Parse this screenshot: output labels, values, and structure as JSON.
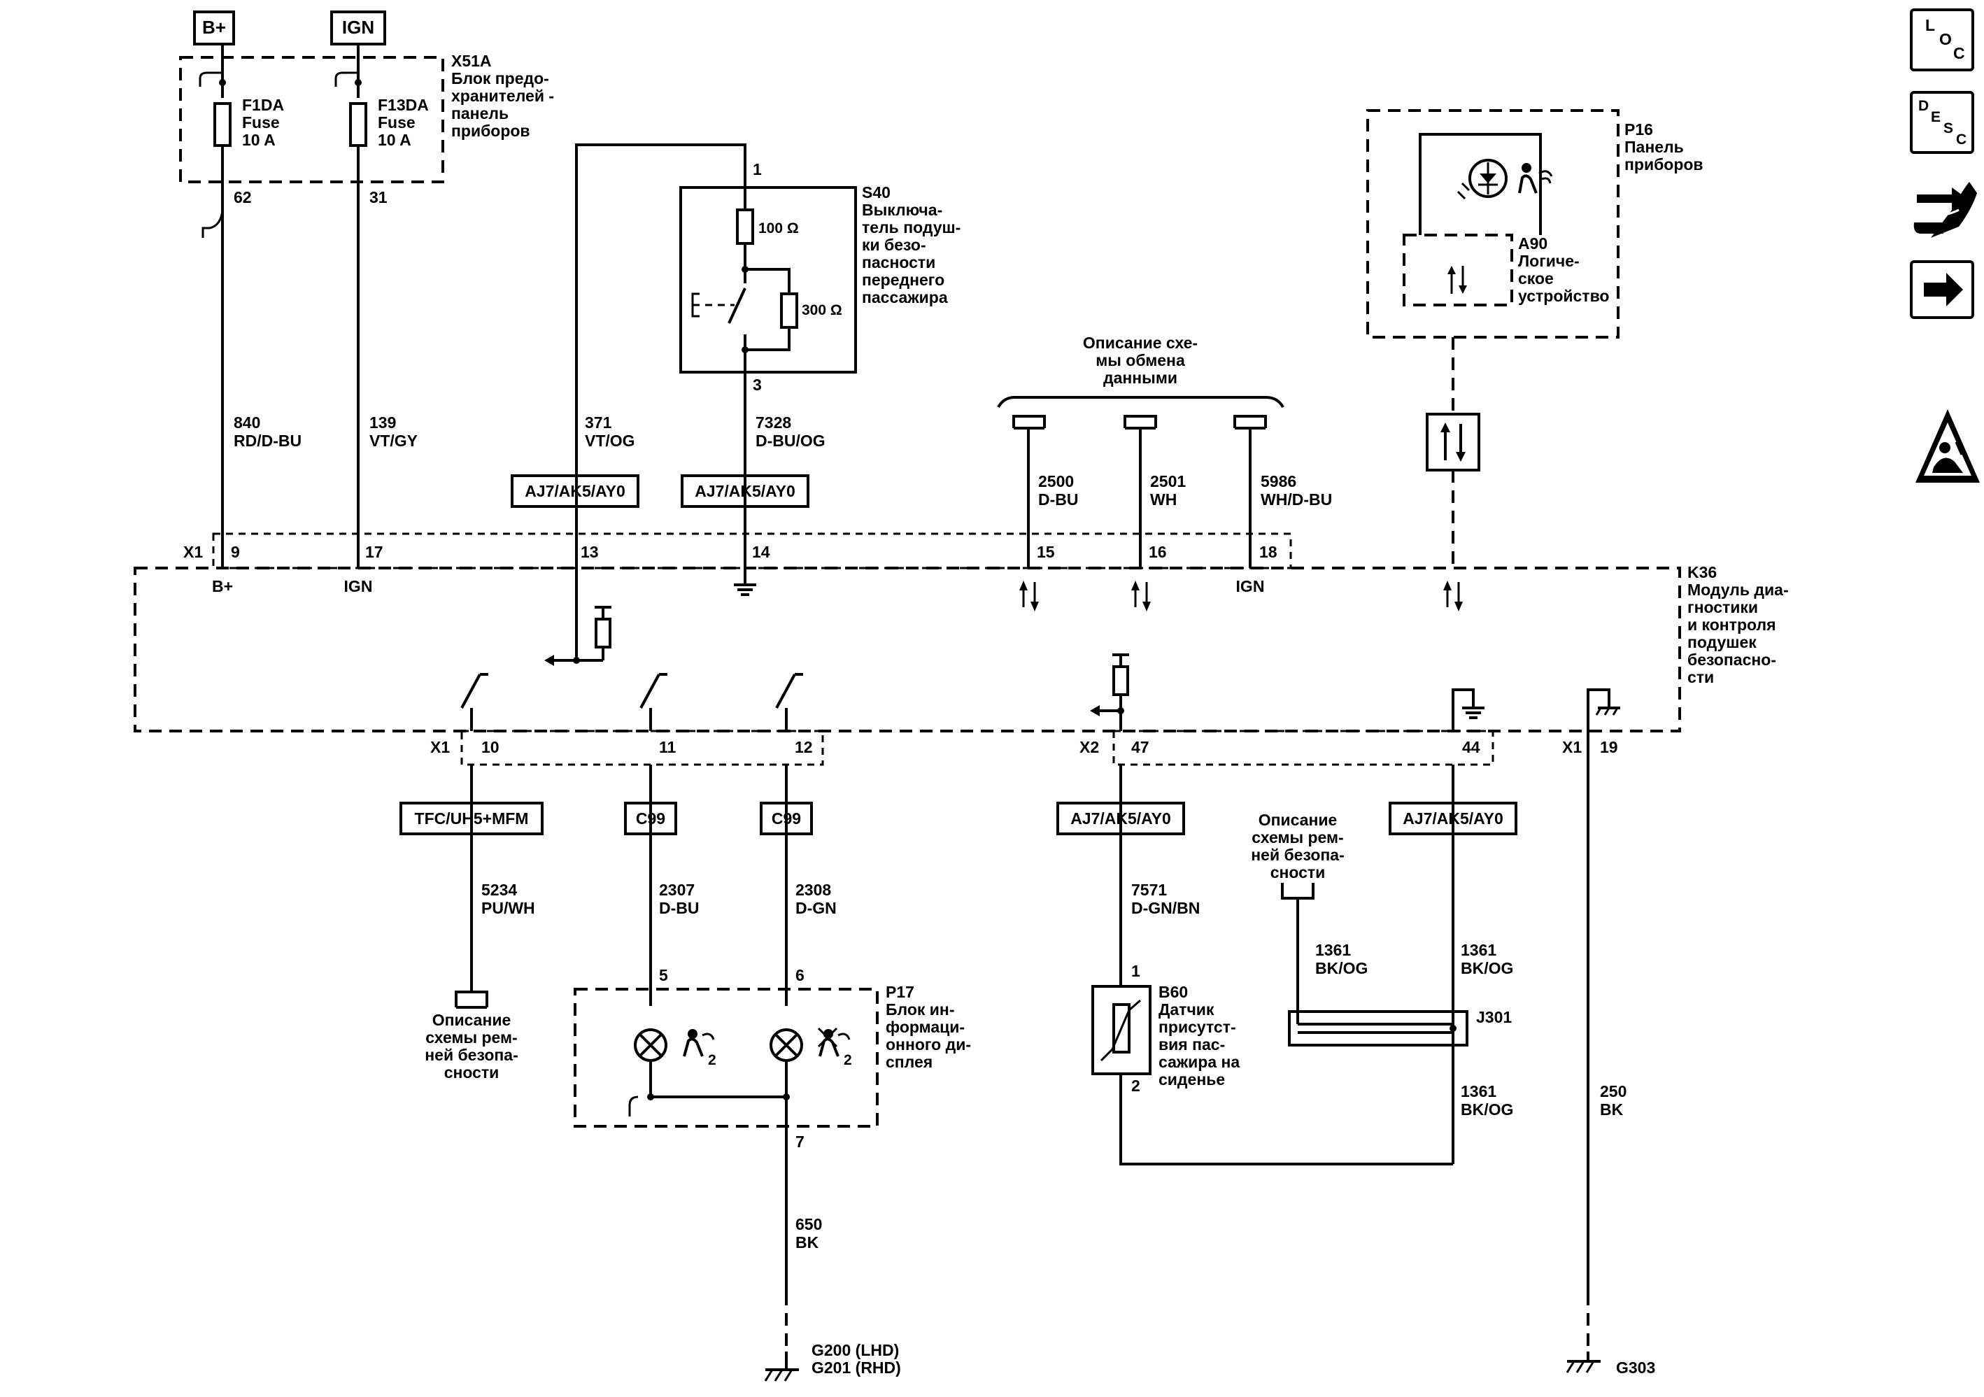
{
  "power": {
    "bplus": "B+",
    "ign": "IGN"
  },
  "x51a": {
    "id": "X51A",
    "desc": [
      "Блок предо-",
      "хранителей -",
      "панель",
      "приборов"
    ],
    "fuse1": [
      "F1DA",
      "Fuse",
      "10 A"
    ],
    "fuse2": [
      "F13DA",
      "Fuse",
      "10 A"
    ],
    "pin1": "62",
    "pin2": "31"
  },
  "s40": {
    "id": "S40",
    "desc": [
      "Выключа-",
      "тель подуш-",
      "ки безо-",
      "пасности",
      "переднего",
      "пассажира"
    ],
    "pin_top": "1",
    "pin_bottom": "3",
    "r1": "100 Ω",
    "r2": "300 Ω"
  },
  "data_comm": {
    "desc": [
      "Описание схе-",
      "мы обмена",
      "данными"
    ]
  },
  "p16": {
    "id": "P16",
    "desc": [
      "Панель",
      "приборов"
    ]
  },
  "a90": {
    "id": "A90",
    "desc": [
      "Логиче-",
      "ское",
      "устройство"
    ]
  },
  "wires_top": [
    {
      "num": "840",
      "color": "RD/D-BU"
    },
    {
      "num": "139",
      "color": "VT/GY"
    },
    {
      "num": "371",
      "color": "VT/OG"
    },
    {
      "num": "7328",
      "color": "D-BU/OG"
    },
    {
      "num": "2500",
      "color": "D-BU"
    },
    {
      "num": "2501",
      "color": "WH"
    },
    {
      "num": "5986",
      "color": "WH/D-BU"
    }
  ],
  "options": {
    "aj": "AJ7/AK5/AY0",
    "tfc": "TFC/UH5+MFM",
    "c99": "C99"
  },
  "k36": {
    "id": "K36",
    "desc": [
      "Модуль диа-",
      "гностики",
      "и контроля",
      "подушек",
      "безопасно-",
      "сти"
    ],
    "x1": "X1",
    "x2": "X2",
    "pins_top": [
      "9",
      "17",
      "13",
      "14",
      "15",
      "16",
      "18"
    ],
    "labels_top": [
      "B+",
      "IGN",
      "IGN"
    ],
    "pins_bottom": [
      "10",
      "11",
      "12",
      "47",
      "44",
      "19"
    ]
  },
  "wires_bottom": [
    {
      "num": "5234",
      "color": "PU/WH"
    },
    {
      "num": "2307",
      "color": "D-BU"
    },
    {
      "num": "2308",
      "color": "D-GN"
    },
    {
      "num": "7571",
      "color": "D-GN/BN"
    },
    {
      "num": "1361",
      "color": "BK/OG"
    },
    {
      "num": "1361",
      "color": "BK/OG"
    },
    {
      "num": "1361",
      "color": "BK/OG"
    },
    {
      "num": "650",
      "color": "BK"
    },
    {
      "num": "250",
      "color": "BK"
    }
  ],
  "belt1": {
    "desc": [
      "Описание",
      "схемы рем-",
      "ней безопа-",
      "сности"
    ]
  },
  "belt2": {
    "desc": [
      "Описание",
      "схемы рем-",
      "ней безопа-",
      "сности"
    ]
  },
  "p17": {
    "id": "P17",
    "desc": [
      "Блок ин-",
      "формаци-",
      "онного ди-",
      "сплея"
    ],
    "pin5": "5",
    "pin6": "6",
    "pin7": "7",
    "sub": "2"
  },
  "b60": {
    "id": "B60",
    "desc": [
      "Датчик",
      "присутст-",
      "вия пас-",
      "сажира на",
      "сиденье"
    ],
    "pin1": "1",
    "pin2": "2"
  },
  "j301": "J301",
  "grounds": {
    "g200": "G200 (LHD)",
    "g201": "G201 (RHD)",
    "g303": "G303"
  },
  "side_icons": {
    "loc": [
      "L",
      "O",
      "C"
    ],
    "desc": [
      "D",
      "E",
      "S",
      "C"
    ],
    "icons": [
      "loc-icon",
      "desc-icon",
      "repair-icon",
      "arrow-right-icon",
      "esd-warning-icon"
    ]
  }
}
